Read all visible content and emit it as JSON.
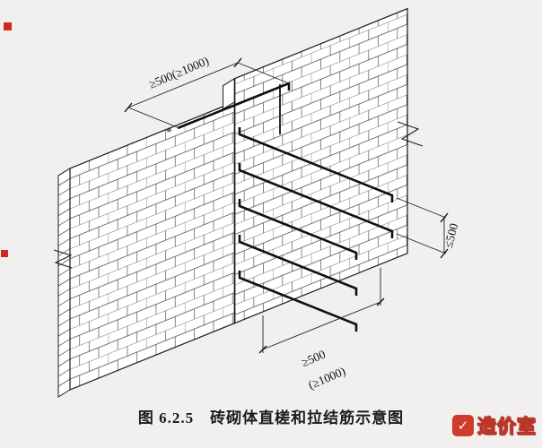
{
  "figure": {
    "caption": "图 6.2.5　砖砌体直槎和拉结筋示意图"
  },
  "dimensions": {
    "top": "≥500(≥1000)",
    "right": "≤500",
    "bottom_line1": "≥500",
    "bottom_line2": "(≥1000)",
    "star": "*"
  },
  "watermark": {
    "icon_glyph": "✓",
    "text": "造价室",
    "color": "#cf3b2c"
  },
  "colors": {
    "line": "#1c1c1c",
    "brick_line": "#3a3a3a",
    "accent_red": "#cc2a20",
    "background": "#f1f0ee"
  },
  "diagram": {
    "type": "isometric-brick-wall",
    "subject": "brick masonry straight joint with tie bars"
  }
}
